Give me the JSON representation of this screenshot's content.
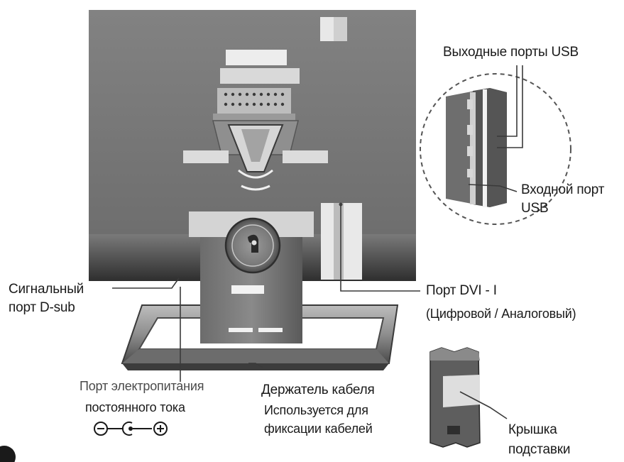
{
  "labels": {
    "usb_out": "Выходные порты USB",
    "usb_in_1": "Входной порт",
    "usb_in_2": "USB",
    "dsub_1": "Сигнальный",
    "dsub_2": "порт D-sub",
    "dvi_1": "Порт DVI - I",
    "dvi_2": "(Цифровой / Аналоговый)",
    "power_1": "Порт электропитания",
    "power_2": "постоянного тока",
    "holder_1": "Держатель кабеля",
    "holder_2": "Используется для",
    "holder_3": "фиксации кабелей",
    "cover_1": "Крышка",
    "cover_2": "подставки"
  },
  "icons": {
    "dc_polarity": "dc-polarity-symbol"
  }
}
